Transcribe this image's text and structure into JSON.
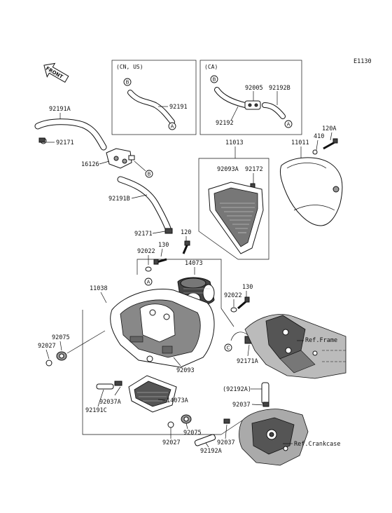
{
  "diagram_code": "E1130",
  "front_label": "FRONT",
  "boxes": {
    "cn_us": "(CN, US)",
    "ca": "(CA)"
  },
  "callouts": {
    "A": "A",
    "B": "B",
    "C": "C"
  },
  "parts": {
    "p92191": "92191",
    "p92005": "92005",
    "p92192B": "92192B",
    "p92192": "92192",
    "p92191A": "92191A",
    "p92171_top": "92171",
    "p16126": "16126",
    "p92191B": "92191B",
    "p11013": "11013",
    "p92093A": "92093A",
    "p92172": "92172",
    "p11011": "11011",
    "p410": "410",
    "p120A": "120A",
    "p92171_mid": "92171",
    "p120": "120",
    "p92022_a": "92022",
    "p130_a": "130",
    "p14073": "14073",
    "p11038": "11038",
    "p92022_b": "92022",
    "p130_b": "130",
    "p92075_a": "92075",
    "p92027_a": "92027",
    "p92093": "92093",
    "p92171A": "92171A",
    "p92037A": "92037A",
    "p14073A": "14073A",
    "p92191C": "92191C",
    "p92192A_paren": "(92192A)",
    "p92037_a": "92037",
    "p92075_b": "92075",
    "p92027_b": "92027",
    "p92037_b": "92037",
    "p92192A": "92192A"
  },
  "references": {
    "frame": "Ref.Frame",
    "crankcase": "Ref.Crankcase"
  }
}
